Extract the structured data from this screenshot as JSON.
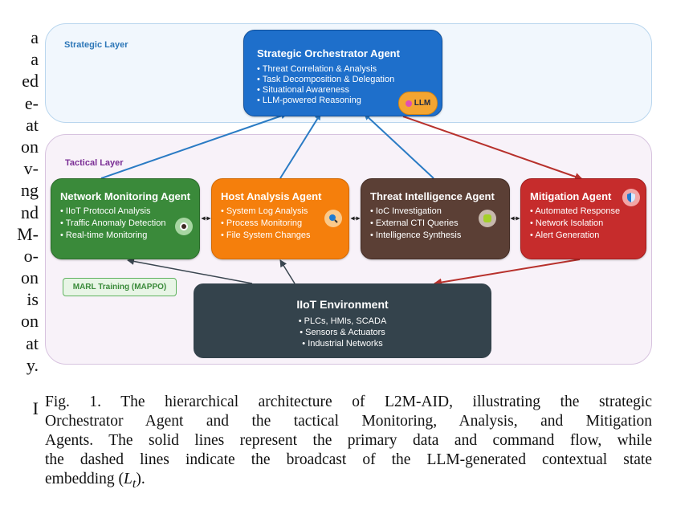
{
  "margin_text": [
    "a",
    "a",
    "ed",
    "e-",
    "at",
    "on",
    "v-",
    "ng",
    "nd",
    "M-",
    "o-",
    "on",
    "is",
    "on",
    "at",
    "y.",
    "",
    "I"
  ],
  "diagram": {
    "strategic_layer_label": "Strategic Layer",
    "tactical_layer_label": "Tactical Layer",
    "orchestrator": {
      "title": "Strategic Orchestrator Agent",
      "items": [
        "Threat Correlation & Analysis",
        "Task Decomposition & Delegation",
        "Situational Awareness",
        "LLM-powered Reasoning"
      ],
      "badge": "LLM",
      "badge_icon": "brain-icon"
    },
    "agents": [
      {
        "title": "Network Monitoring Agent",
        "items": [
          "IIoT Protocol Analysis",
          "Traffic Anomaly Detection",
          "Real-time Monitoring"
        ],
        "icon": "eye-icon",
        "color": "#3a8a3a"
      },
      {
        "title": "Host Analysis Agent",
        "items": [
          "System Log Analysis",
          "Process Monitoring",
          "File System Changes"
        ],
        "icon": "magnifier-icon",
        "color": "#f57f0c"
      },
      {
        "title": "Threat Intelligence Agent",
        "items": [
          "IoC Investigation",
          "External CTI Queries",
          "Intelligence Synthesis"
        ],
        "icon": "puzzle-icon",
        "color": "#5b3f35"
      },
      {
        "title": "Mitigation Agent",
        "items": [
          "Automated Response",
          "Network Isolation",
          "Alert Generation"
        ],
        "icon": "shield-icon",
        "color": "#c62c2c"
      }
    ],
    "marl_label": "MARL Training (MAPPO)",
    "environment": {
      "title": "IIoT Environment",
      "items": [
        "PLCs, HMIs, SCADA",
        "Sensors & Actuators",
        "Industrial Networks"
      ]
    },
    "colors": {
      "report_flow": "#2a7bc4",
      "command_flow": "#b7312c",
      "observation_flow": "#3a4650"
    }
  },
  "caption": {
    "lines": [
      "Fig. 1.  The hierarchical architecture of L2M-AID, illustrating the strategic",
      "Orchestrator Agent and the tactical Monitoring, Analysis, and Mitigation",
      "Agents. The solid lines represent the primary data and command flow, while",
      "the dashed lines indicate the broadcast of the LLM-generated contextual state"
    ],
    "last_line_prefix": "embedding (",
    "math_symbol": "L",
    "math_subscript": "t",
    "last_line_suffix": ")."
  }
}
